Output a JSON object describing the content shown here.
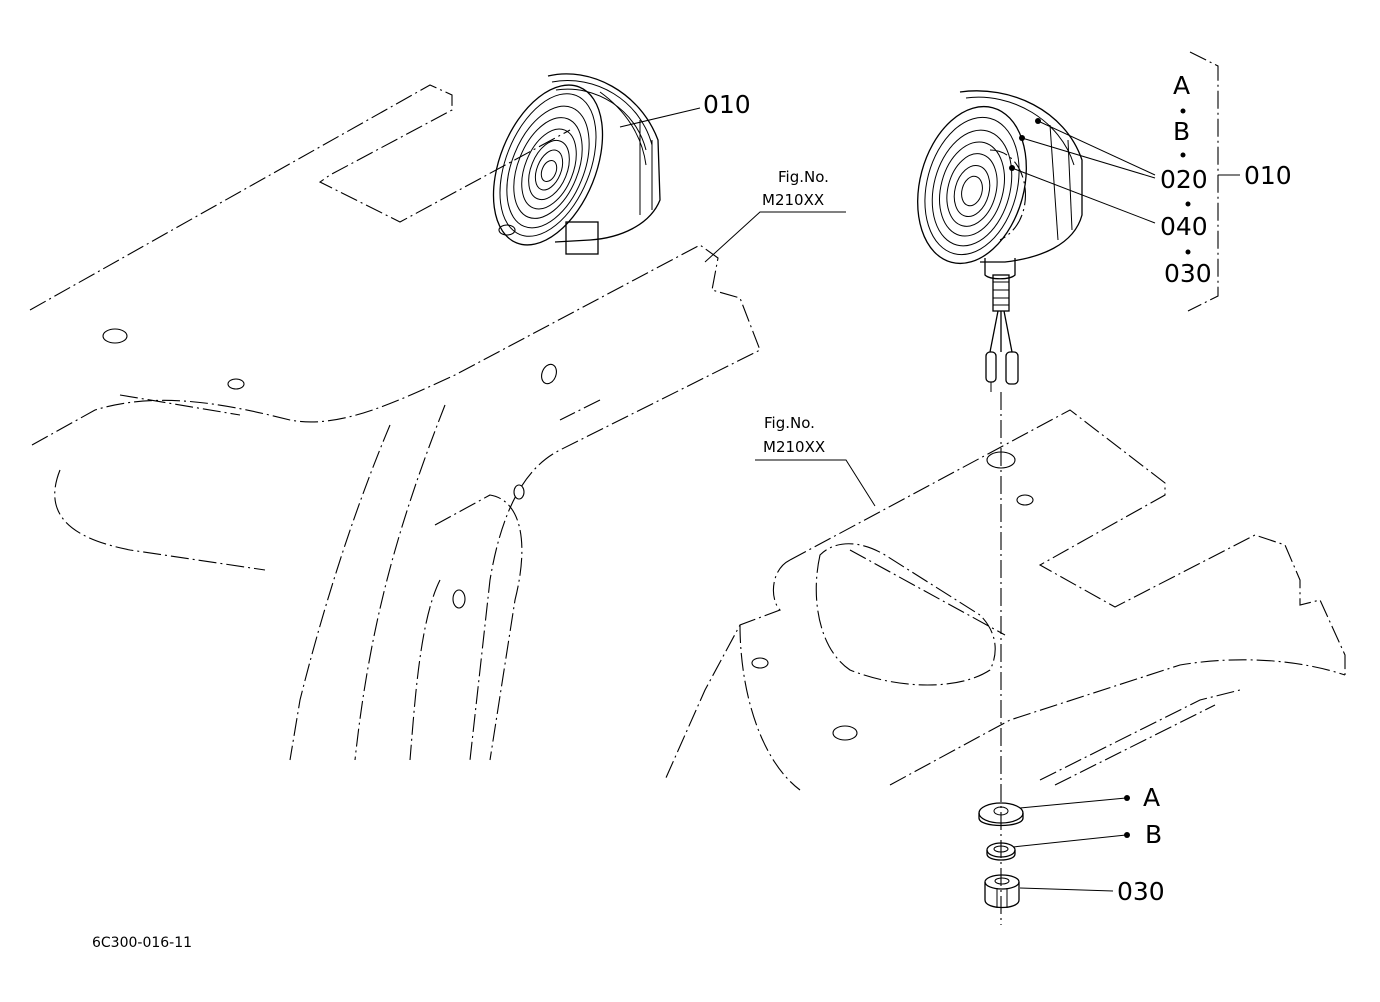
{
  "figure_code": "6C300-016-11",
  "left_view": {
    "part_label": "010",
    "fig_ref_line1": "Fig.No.",
    "fig_ref_line2": "M210XX"
  },
  "right_view": {
    "fig_ref_line1": "Fig.No.",
    "fig_ref_line2": "M210XX",
    "bracket_stack": [
      "A",
      "B",
      "020",
      "040",
      "030"
    ],
    "bracket_label": "010",
    "hardware": [
      {
        "label": "A"
      },
      {
        "label": "B"
      },
      {
        "label": "030"
      }
    ]
  }
}
